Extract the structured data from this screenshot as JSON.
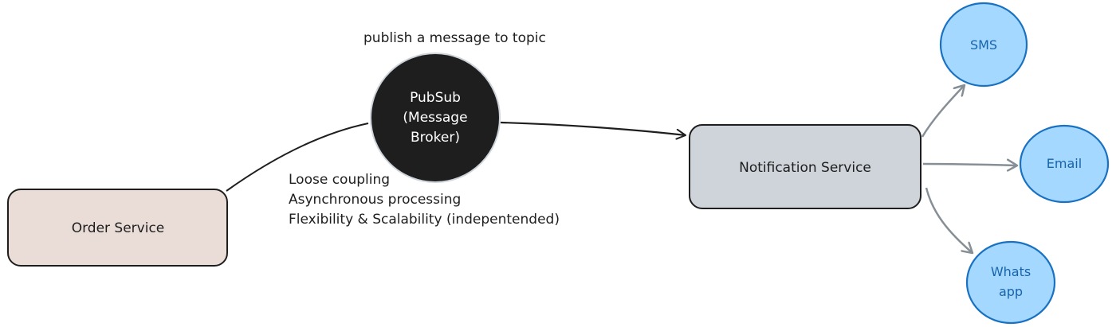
{
  "caption": "publish a message to topic",
  "nodes": {
    "order_service": {
      "label": "Order Service",
      "fill": "#eaddd7"
    },
    "broker": {
      "lines": [
        "PubSub",
        "(Message",
        "Broker)"
      ],
      "fill": "#1e1e1e"
    },
    "notification_service": {
      "label": "Notification Service",
      "fill": "#ced4da"
    },
    "sms": {
      "label": "SMS",
      "fill": "#a5d8ff"
    },
    "email": {
      "label": "Email",
      "fill": "#a5d8ff"
    },
    "whatsapp": {
      "lines": [
        "Whats",
        "app"
      ],
      "fill": "#a5d8ff"
    }
  },
  "notes": [
    "Loose coupling",
    "Asynchronous processing",
    "Flexibility & Scalability (indepentended)"
  ],
  "colors": {
    "stroke": "#1e1e1e",
    "channel_stroke": "#1971c2",
    "channel_arrow": "#868e96"
  }
}
